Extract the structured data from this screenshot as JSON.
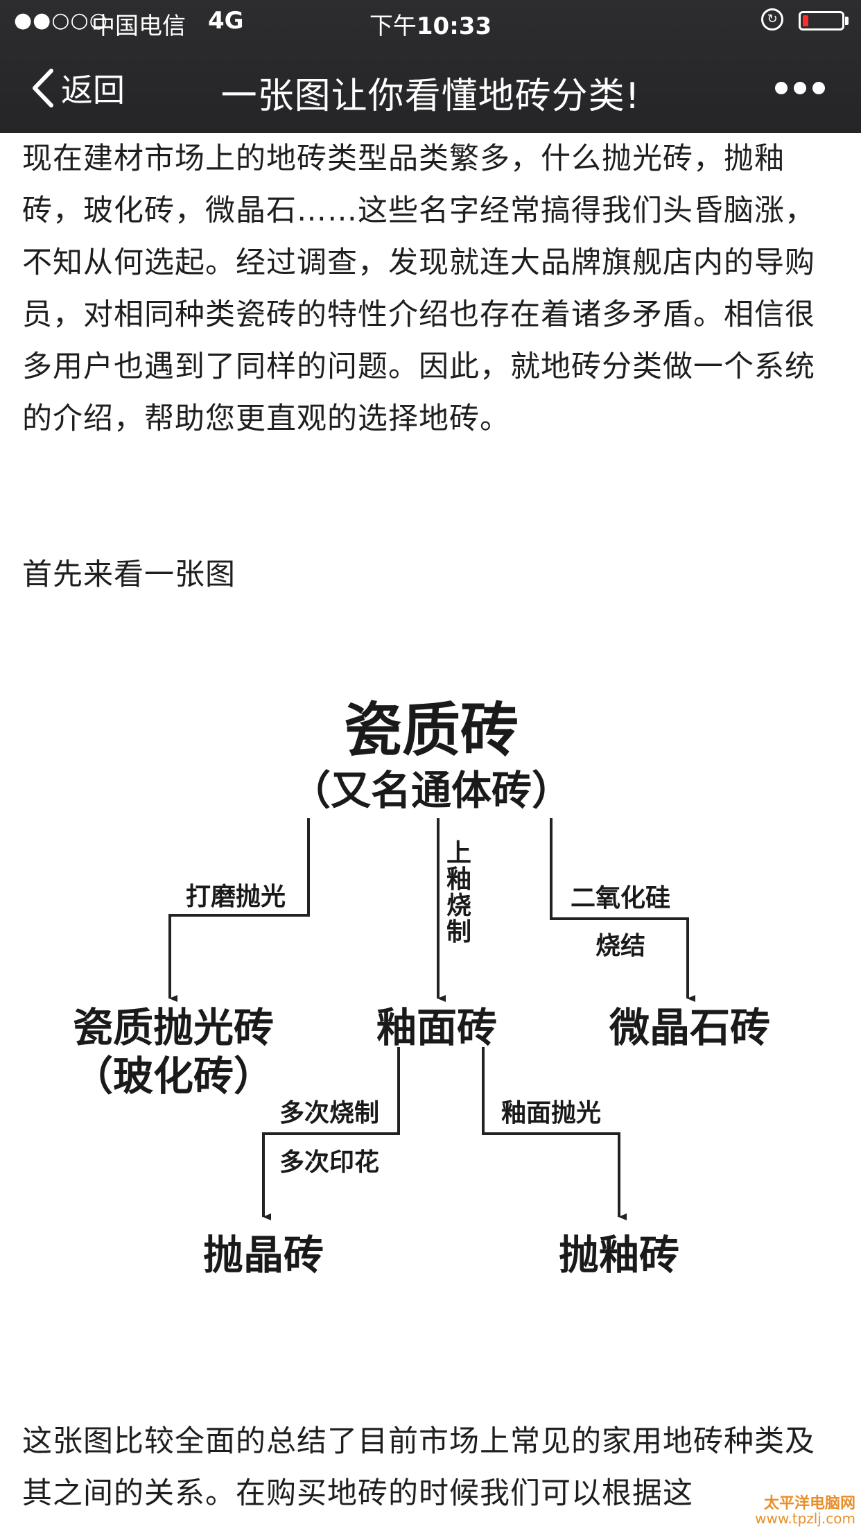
{
  "status_bar": {
    "signal": "●●○○○",
    "carrier": "中国电信",
    "network": "4G",
    "time_prefix": "下午",
    "time": "10:33",
    "battery_level": 0.15
  },
  "nav": {
    "back_label": "返回",
    "title": "一张图让你看懂地砖分类!"
  },
  "article": {
    "intro": "现在建材市场上的地砖类型品类繁多，什么抛光砖，抛釉砖，玻化砖，微晶石……这些名字经常搞得我们头昏脑涨，不知从何选起。经过调查，发现就连大品牌旗舰店内的导购员，对相同种类瓷砖的特性介绍也存在着诸多矛盾。相信很多用户也遇到了同样的问题。因此，就地砖分类做一个系统的介绍，帮助您更直观的选择地砖。",
    "lead": "首先来看一张图",
    "summary": "这张图比较全面的总结了目前市场上常见的家用地砖种类及其之间的关系。在购买地砖的时候我们可以根据这"
  },
  "diagram": {
    "root_title": "瓷质砖",
    "root_subtitle": "（又名通体砖）",
    "edge_left": "打磨抛光",
    "edge_middle": "上釉烧制",
    "edge_right_1": "二氧化硅",
    "edge_right_2": "烧结",
    "node_left_1": "瓷质抛光砖",
    "node_left_2": "（玻化砖）",
    "node_middle": "釉面砖",
    "node_right": "微晶石砖",
    "edge_bl_1": "多次烧制",
    "edge_bl_2": "多次印花",
    "edge_br": "釉面抛光",
    "node_bl": "抛晶砖",
    "node_br": "抛釉砖"
  },
  "watermark": {
    "line1": "太平洋电脑网",
    "line2": "www.tpzlj.com"
  }
}
